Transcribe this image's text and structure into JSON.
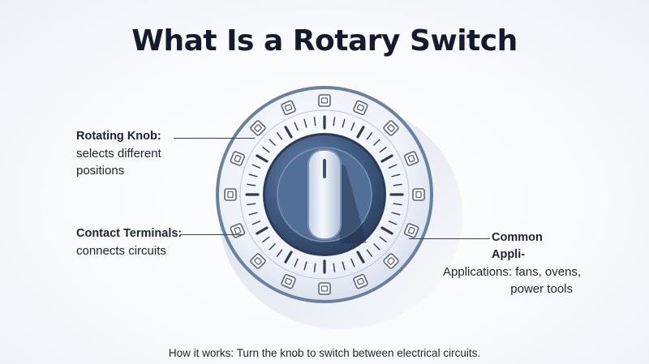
{
  "title": "What Is a Rotary Switch",
  "callouts": {
    "knob": {
      "head": "Rotating Knob:",
      "body": "selects different positions"
    },
    "terminals": {
      "head": "Contact Terminals:",
      "body": "connects circuits"
    },
    "applications": {
      "head": "Common Appli-",
      "line1": "Applications: fans, ovens,",
      "line2": "power tools"
    }
  },
  "caption": "How it works: Turn the knob to switch between electrical circuits.",
  "icons": {
    "dial": "rotary-switch-dial-icon",
    "knob": "rotary-knob-icon",
    "terminal": "contact-terminal-icon"
  },
  "colors": {
    "ring": "#e9eef6",
    "ring_border": "#5f7697",
    "inner_disc": "#3f5a82",
    "knob": "#dfe8f3",
    "tick": "#2f3b4e"
  }
}
